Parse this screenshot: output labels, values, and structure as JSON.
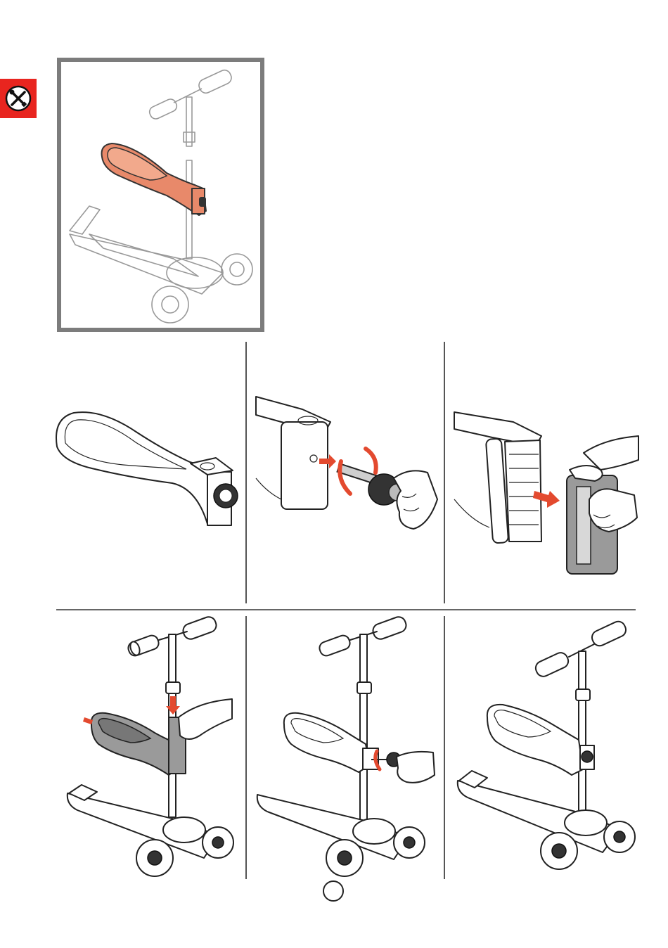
{
  "document": {
    "section_icon": "tools-icon",
    "accent_color": "#e8251f",
    "highlight_color": "#e8896a",
    "arrow_color": "#e34a2f",
    "frame_color": "#7c7c7c",
    "illustrations": {
      "overview": "seat-overview-illustration",
      "step_1": "seat-unit-illustration",
      "step_2": "knob-unscrew-illustration",
      "step_3": "clamp-remove-illustration",
      "step_4": "seat-attach-illustration",
      "step_5": "knob-tighten-illustration",
      "step_6": "assembled-scooter-illustration"
    },
    "page_number": ""
  }
}
